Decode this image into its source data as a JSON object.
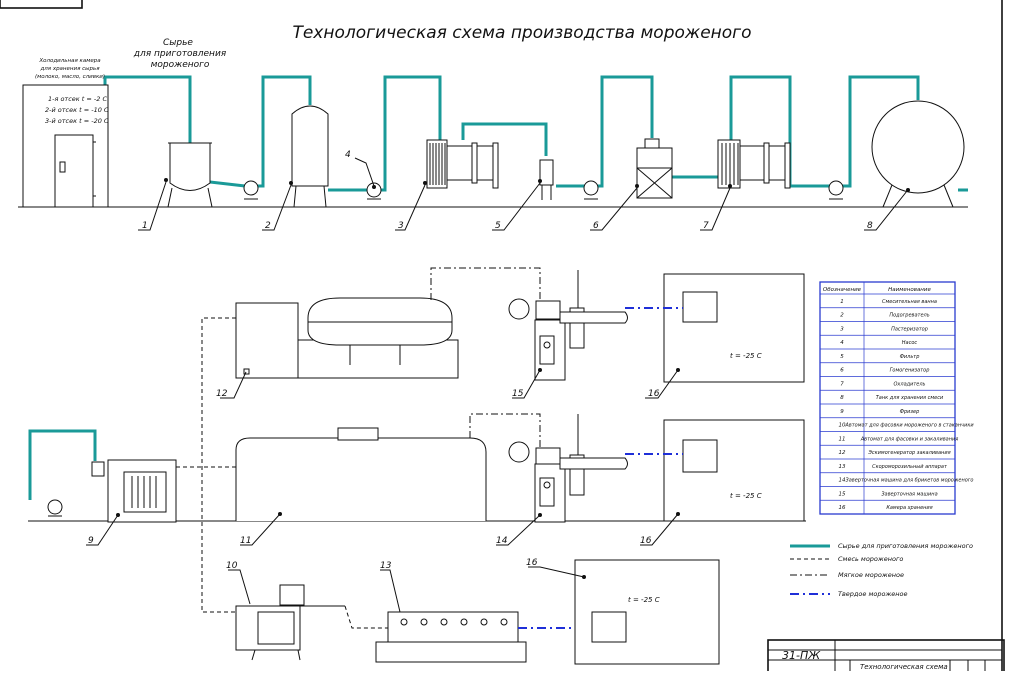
{
  "title": "Технологическая схема производства мороженого",
  "raw_material_label": [
    "Сырье",
    "для приготовления",
    "мороженого"
  ],
  "cold_storage": {
    "title": [
      "Холодильная камера",
      "для хранения сырья",
      "(молоко, масло, сливки)"
    ],
    "rows": [
      "1-я отсек t = -2 C",
      "2-й отсек t = -10 C",
      "3-й отсек t = -20 C"
    ]
  },
  "equipment_numbers": {
    "n1": "1",
    "n2": "2",
    "n3": "3",
    "n4": "4",
    "n5": "5",
    "n6": "6",
    "n7": "7",
    "n8": "8",
    "n9": "9",
    "n10": "10",
    "n11": "11",
    "n12": "12",
    "n13": "13",
    "n14": "14",
    "n15": "15",
    "n16a": "16",
    "n16b": "16",
    "n16c": "16"
  },
  "temps": {
    "chamber1": "t = -25 C",
    "chamber2": "t = -25 C",
    "chamber3": "t = -25 C"
  },
  "legend_table": {
    "header": [
      "Обозначение",
      "Наименование"
    ],
    "rows": [
      [
        "1",
        "Смесительная ванна"
      ],
      [
        "2",
        "Подогреватель"
      ],
      [
        "3",
        "Пастеризатор"
      ],
      [
        "4",
        "Насос"
      ],
      [
        "5",
        "Фильтр"
      ],
      [
        "6",
        "Гомогенизатор"
      ],
      [
        "7",
        "Охладитель"
      ],
      [
        "8",
        "Танк для хранения смеси"
      ],
      [
        "9",
        "Фризер"
      ],
      [
        "10",
        "Автомат для фасовки мороженого в стаканчики"
      ],
      [
        "11",
        "Автомат для фасовки и закаливания"
      ],
      [
        "12",
        "Эскимогенератор закаливания"
      ],
      [
        "13",
        "Скороморозильный аппарат"
      ],
      [
        "14",
        "Заверточная машина для брикетов мороженого"
      ],
      [
        "15",
        "Заверточная машина"
      ],
      [
        "16",
        "Камера хранения"
      ]
    ]
  },
  "flow_legend": [
    "Сырье для приготовления мороженого",
    "Смесь мороженого",
    "Мягкое мороженое",
    "Твердое мороженое"
  ],
  "title_block": {
    "code": "31-ПЖ",
    "name": "Технологическая схема"
  },
  "colors": {
    "pipe": "#1a9a98",
    "frozen_line": "#1f2fd8",
    "table_border": "#2a3bd0"
  }
}
